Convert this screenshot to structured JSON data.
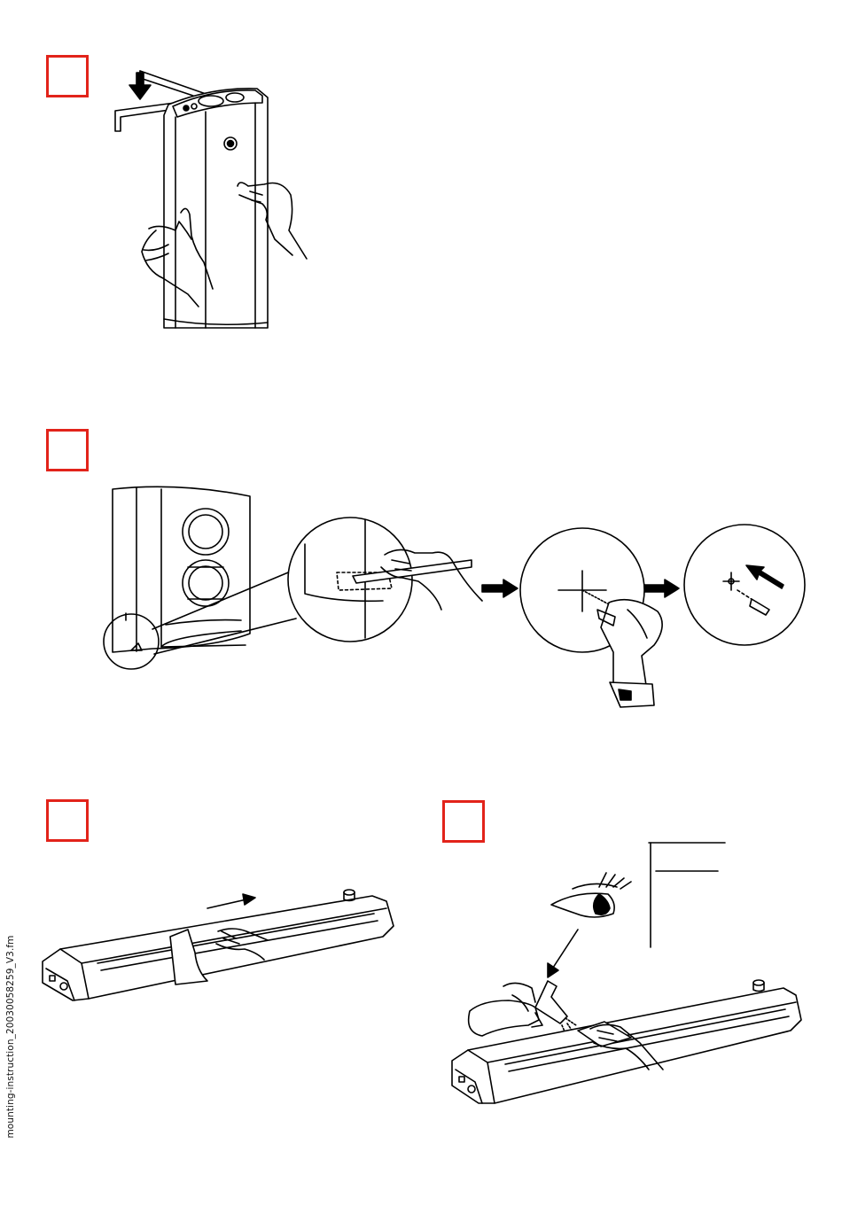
{
  "document": {
    "side_label": "mounting-instruction_20030058259_V3.fm"
  },
  "steps": [
    {
      "id": 1,
      "name": "step-1-marker"
    },
    {
      "id": 2,
      "name": "step-2-marker"
    },
    {
      "id": 3,
      "name": "step-3-marker"
    },
    {
      "id": 4,
      "name": "step-4-marker"
    }
  ],
  "colors": {
    "step_marker": "#e2231a",
    "line": "#000000",
    "paper": "#ffffff"
  },
  "icons": [
    "arrow-down-icon",
    "arrow-right-icon",
    "arrow-diagonal-icon",
    "eye-icon",
    "drill-icon",
    "pencil-icon",
    "spray-bottle-icon",
    "hand-icon"
  ]
}
